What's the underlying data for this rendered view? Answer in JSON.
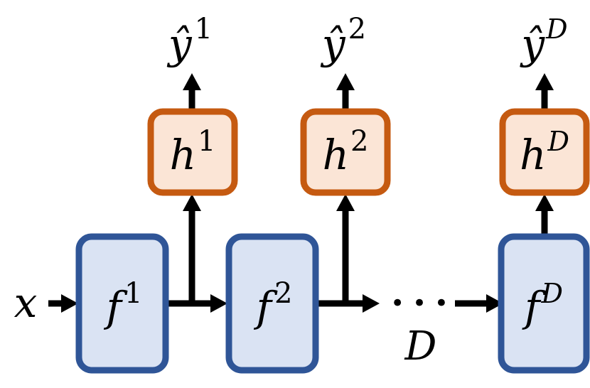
{
  "input_label": "x",
  "depth_label": "D",
  "colors": {
    "f_fill": "#dae3f3",
    "f_stroke": "#2f5597",
    "h_fill": "#fbe5d6",
    "h_stroke": "#c55a11",
    "arrow": "#000000"
  },
  "f_blocks": [
    {
      "base": "f",
      "sup": "1"
    },
    {
      "base": "f",
      "sup": "2"
    },
    {
      "base": "f",
      "sup": "D"
    }
  ],
  "h_blocks": [
    {
      "base": "h",
      "sup": "1"
    },
    {
      "base": "h",
      "sup": "2"
    },
    {
      "base": "h",
      "sup": "D"
    }
  ],
  "outputs": [
    {
      "base": "ŷ",
      "sup": "1"
    },
    {
      "base": "ŷ",
      "sup": "2"
    },
    {
      "base": "ŷ",
      "sup": "D"
    }
  ],
  "ellipsis": "• • •"
}
